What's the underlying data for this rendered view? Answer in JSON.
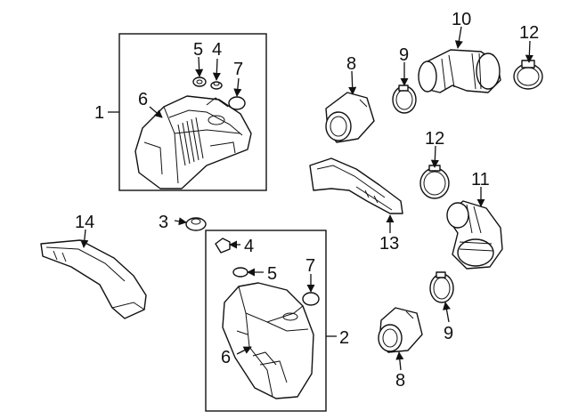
{
  "diagram": {
    "callouts": [
      {
        "id": "1",
        "label": "1"
      },
      {
        "id": "2",
        "label": "2"
      },
      {
        "id": "3",
        "label": "3"
      },
      {
        "id": "4a",
        "label": "4"
      },
      {
        "id": "4b",
        "label": "4"
      },
      {
        "id": "5a",
        "label": "5"
      },
      {
        "id": "5b",
        "label": "5"
      },
      {
        "id": "6a",
        "label": "6"
      },
      {
        "id": "6b",
        "label": "6"
      },
      {
        "id": "7a",
        "label": "7"
      },
      {
        "id": "7b",
        "label": "7"
      },
      {
        "id": "8a",
        "label": "8"
      },
      {
        "id": "8b",
        "label": "8"
      },
      {
        "id": "9a",
        "label": "9"
      },
      {
        "id": "9b",
        "label": "9"
      },
      {
        "id": "10",
        "label": "10"
      },
      {
        "id": "11",
        "label": "11"
      },
      {
        "id": "12a",
        "label": "12"
      },
      {
        "id": "12b",
        "label": "12"
      },
      {
        "id": "13",
        "label": "13"
      },
      {
        "id": "14",
        "label": "14"
      }
    ]
  }
}
